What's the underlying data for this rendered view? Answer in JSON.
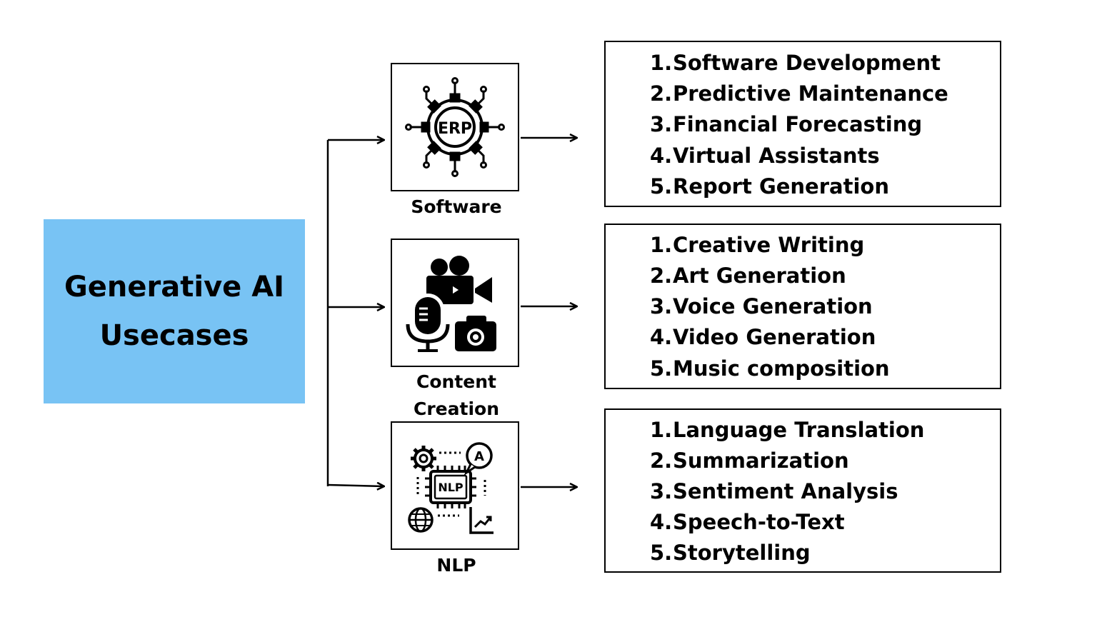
{
  "root": {
    "line1": "Generative AI",
    "line2": "Usecases",
    "color": "#78c3f4"
  },
  "categories": [
    {
      "label_lines": [
        "Software"
      ],
      "icon": "erp-gear-icon",
      "icon_text": "ERP",
      "items": [
        {
          "num": "1.",
          "text": "Software Development"
        },
        {
          "num": "2.",
          "text": "Predictive Maintenance"
        },
        {
          "num": "3.",
          "text": "Financial Forecasting"
        },
        {
          "num": "4.",
          "text": "Virtual Assistants"
        },
        {
          "num": "5.",
          "text": "Report Generation"
        }
      ]
    },
    {
      "label_lines": [
        "Content",
        "Creation"
      ],
      "icon": "media-creation-icon",
      "items": [
        {
          "num": "1.",
          "text": "Creative Writing"
        },
        {
          "num": "2.",
          "text": "Art Generation"
        },
        {
          "num": "3.",
          "text": "Voice Generation"
        },
        {
          "num": "4.",
          "text": "Video Generation"
        },
        {
          "num": "5.",
          "text": "Music composition"
        }
      ]
    },
    {
      "label_lines": [
        "NLP"
      ],
      "icon": "nlp-chip-icon",
      "icon_text": "NLP",
      "icon_bubble": "A",
      "items": [
        {
          "num": "1.",
          "text": "Language Translation"
        },
        {
          "num": "2.",
          "text": "Summarization"
        },
        {
          "num": "3.",
          "text": "Sentiment Analysis"
        },
        {
          "num": "4.",
          "text": "Speech-to-Text"
        },
        {
          "num": "5.",
          "text": "Storytelling"
        }
      ]
    }
  ]
}
